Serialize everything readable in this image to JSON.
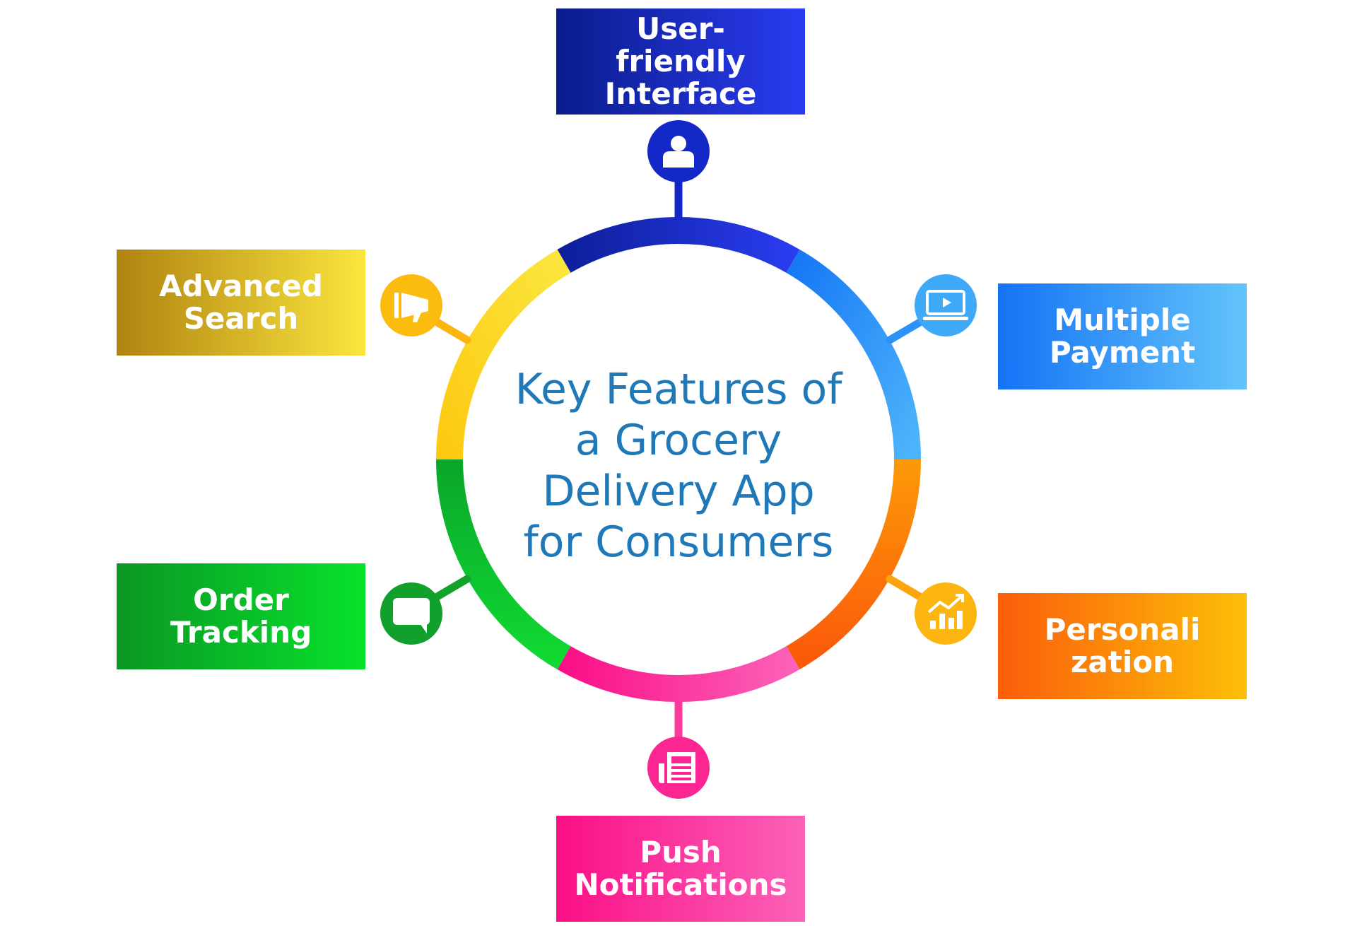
{
  "title": {
    "lines": [
      "Key Features of",
      "a Grocery",
      "Delivery App",
      "for Consumers"
    ],
    "color": "#1f78b8"
  },
  "features": [
    {
      "id": "user",
      "lines": [
        "User-",
        "friendly",
        "Interface"
      ],
      "icon": "user-icon",
      "colors": {
        "from": "#0a1c8c",
        "to": "#2a3cf0"
      }
    },
    {
      "id": "payment",
      "lines": [
        "Multiple",
        "Payment"
      ],
      "icon": "laptop-play-icon",
      "colors": {
        "from": "#1473f5",
        "to": "#63c4fb"
      }
    },
    {
      "id": "personalization",
      "lines": [
        "Personali",
        "zation"
      ],
      "icon": "chart-growth-icon",
      "colors": {
        "from": "#fb5d0a",
        "to": "#fcbf08"
      }
    },
    {
      "id": "push",
      "lines": [
        "Push",
        "Notifications"
      ],
      "icon": "newspaper-icon",
      "colors": {
        "from": "#fb0f86",
        "to": "#fb62b8"
      }
    },
    {
      "id": "order",
      "lines": [
        "Order",
        "Tracking"
      ],
      "icon": "chat-bubble-icon",
      "colors": {
        "from": "#0a9724",
        "to": "#08e22c"
      }
    },
    {
      "id": "search",
      "lines": [
        "Advanced",
        "Search"
      ],
      "icon": "megaphone-icon",
      "colors": {
        "from": "#b08310",
        "to": "#fbe63e"
      }
    }
  ]
}
